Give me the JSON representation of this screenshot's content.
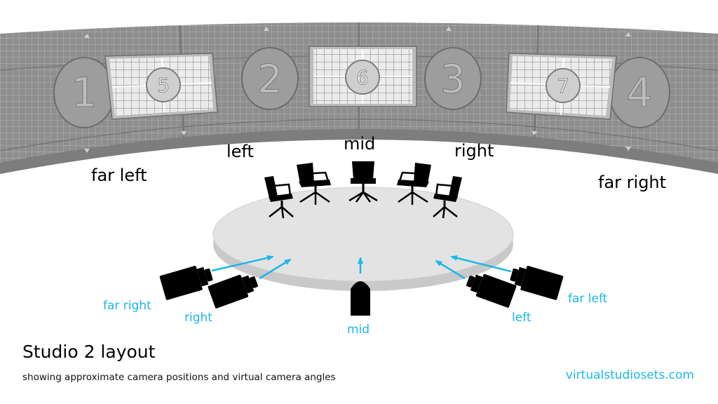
{
  "title": "Studio 2 layout",
  "subtitle": "showing approximate camera positions and virtual camera angles",
  "website": "virtualstudiosets.com",
  "colors": {
    "accent": "#1ab7ea",
    "wall": "#8f8f8f",
    "floor": "#e2e2e2",
    "ink": "#000000"
  },
  "wall": {
    "circle_numbers": [
      "1",
      "2",
      "3",
      "4"
    ],
    "screen_numbers": [
      "5",
      "6",
      "7"
    ]
  },
  "angle_labels": {
    "far_left": "far left",
    "left": "left",
    "mid": "mid",
    "right": "right",
    "far_right": "far right"
  },
  "camera_labels": {
    "far_right": "far right",
    "right": "right",
    "mid": "mid",
    "left": "left",
    "far_left": "far left"
  },
  "chairs": 5,
  "cameras": 5
}
